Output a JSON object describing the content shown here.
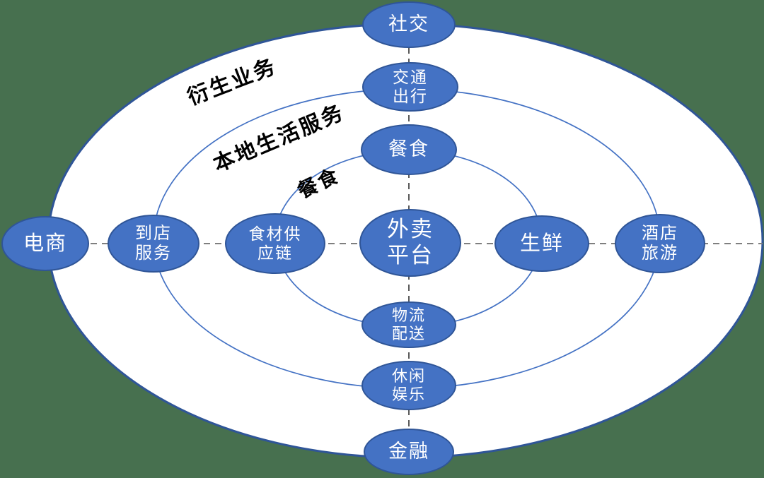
{
  "diagram": {
    "description_visible_text_only": true,
    "colors": {
      "background": "#47704F",
      "outer_ellipse_fill": "#FFFFFF",
      "outer_ellipse_stroke": "#2F5597",
      "ring_stroke": "#4472C4",
      "node_fill": "#4472C4",
      "node_border": "#2F5597",
      "node_text": "#FFFFFF",
      "ring_label_text": "#000000",
      "horizontal_dash": "#7F7F7F",
      "vertical_dash": "#595959"
    },
    "ring_labels": [
      {
        "text": "衍生业务"
      },
      {
        "text": "本地生活服务"
      },
      {
        "text": "餐食"
      }
    ],
    "nodes": [
      {
        "id": "social",
        "lines": [
          "社交"
        ]
      },
      {
        "id": "transportation",
        "lines": [
          "交通",
          "出行"
        ]
      },
      {
        "id": "meals",
        "lines": [
          "餐食"
        ]
      },
      {
        "id": "delivery-platform",
        "lines": [
          "外卖",
          "平台"
        ]
      },
      {
        "id": "ecommerce",
        "lines": [
          "电商"
        ]
      },
      {
        "id": "in-store-service",
        "lines": [
          "到店",
          "服务"
        ]
      },
      {
        "id": "ingredient-supply-chain",
        "lines": [
          "食材供",
          "应链"
        ]
      },
      {
        "id": "fresh-food",
        "lines": [
          "生鲜"
        ]
      },
      {
        "id": "hotel-travel",
        "lines": [
          "酒店",
          "旅游"
        ]
      },
      {
        "id": "logistics-delivery",
        "lines": [
          "物流",
          "配送"
        ]
      },
      {
        "id": "leisure-entertainment",
        "lines": [
          "休闲",
          "娱乐"
        ]
      },
      {
        "id": "finance",
        "lines": [
          "金融"
        ]
      }
    ]
  }
}
